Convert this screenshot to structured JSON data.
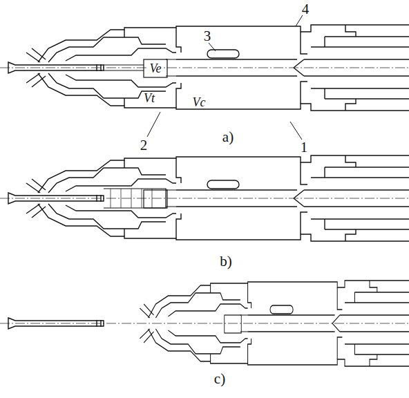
{
  "diagram": {
    "labels": [
      "4",
      "3",
      "Ve",
      "Vt",
      "Vc",
      "2",
      "1",
      "a)",
      "b)",
      "c)"
    ]
  }
}
